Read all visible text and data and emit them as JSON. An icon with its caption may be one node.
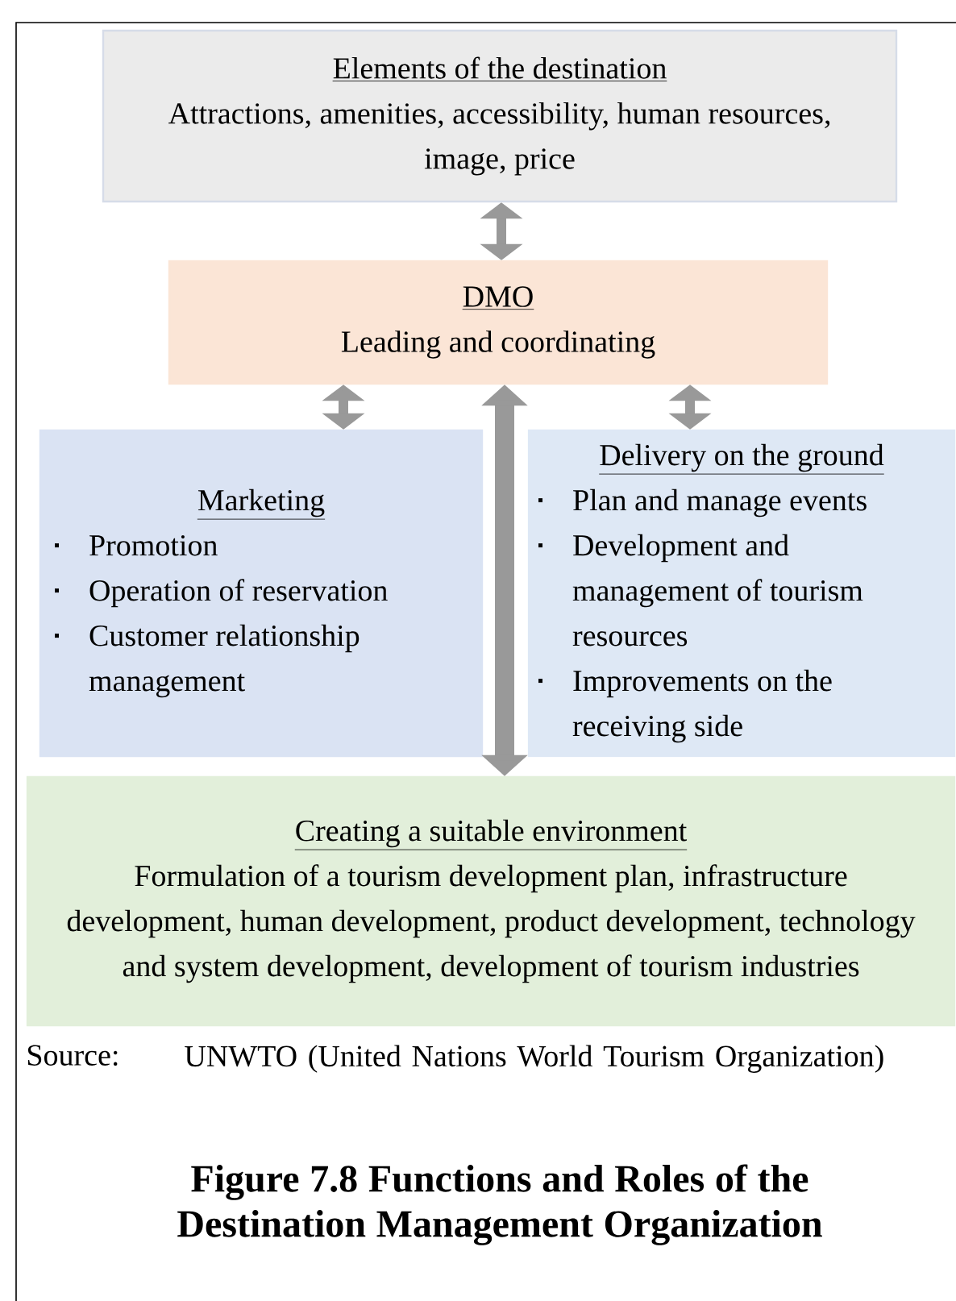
{
  "diagram": {
    "caption": "Figure 7.8 Functions and Roles of the Destination Management Organization",
    "nodes": [
      {
        "text": [
          "Elements of the destination",
          "Attractions, amenities, accessibility, human resources, image, price"
        ]
      },
      {
        "text": [
          "DMO",
          "Leading and coordinating"
        ]
      },
      {
        "text": [
          "Marketing",
          "Promotion",
          "Operation of reservation",
          "Customer relationship management"
        ]
      },
      {
        "text": [
          "Delivery on the ground",
          "Plan and manage events",
          "Development and management of tourism resources",
          "Improvements on the receiving side"
        ]
      },
      {
        "text": [
          "Creating a suitable environment",
          "Formulation of a tourism development plan, infrastructure development, human development, product development, technology and system development, development of tourism industries"
        ]
      }
    ],
    "edges": [
      {
        "from": 0,
        "to": 1,
        "arrow": "both"
      },
      {
        "from": 1,
        "to": 2,
        "arrow": "both"
      },
      {
        "from": 1,
        "to": 3,
        "arrow": "both"
      },
      {
        "from": 1,
        "to": 4,
        "arrow": "both",
        "style": "thick"
      }
    ],
    "labels": [
      "Source:",
      "UNWTO (United Nations World Tourism Organization)"
    ]
  }
}
